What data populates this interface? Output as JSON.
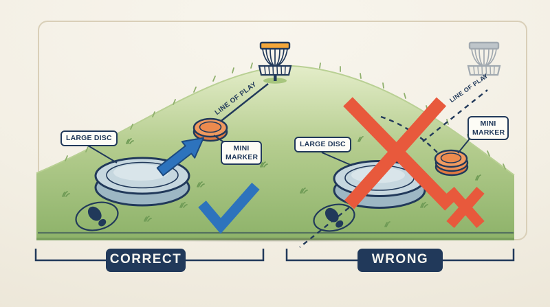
{
  "colors": {
    "background": "#f3efe5",
    "frame_border": "#d9cfb8",
    "navy": "#21395a",
    "field_top": "#e4edc9",
    "field_bottom": "#8db269",
    "accent_blue": "#2d73bd",
    "accent_red": "#e8593c",
    "marker_orange": "#f0995f",
    "disc_gray": "#c6d7df",
    "band_orange": "#f2a63b",
    "faded_gray": "#98a2ab"
  },
  "panels": {
    "left": {
      "verdict": "CORRECT",
      "labels": {
        "large_disc": "LARGE DISC",
        "mini_marker": "MINI MARKER",
        "line_of_play": "LINE OF PLAY"
      }
    },
    "right": {
      "verdict": "WRONG",
      "labels": {
        "large_disc": "LARGE DISC",
        "mini_marker": "MINI MARKER",
        "line_of_play": "LINE OF PLAY"
      }
    }
  }
}
